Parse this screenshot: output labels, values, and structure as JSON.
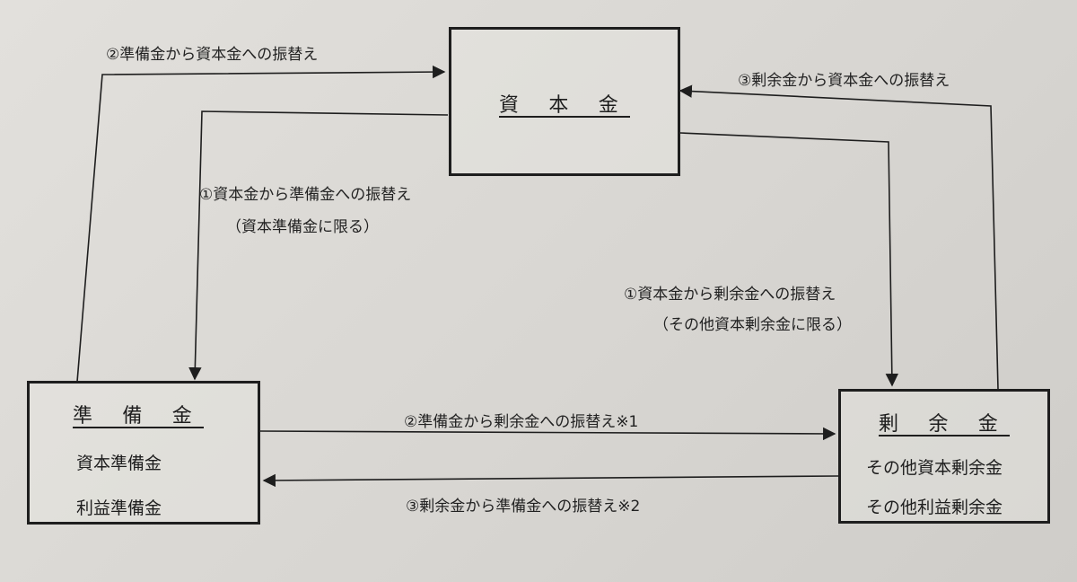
{
  "nodes": {
    "capital": {
      "title": "資 本 金"
    },
    "reserve": {
      "title": "準 備 金",
      "items": [
        "資本準備金",
        "利益準備金"
      ]
    },
    "surplus": {
      "title": "剰 余 金",
      "items": [
        "その他資本剰余金",
        "その他利益剰余金"
      ]
    }
  },
  "edges": {
    "reserve_to_capital": "②準備金から資本金への振替え",
    "surplus_to_capital": "③剰余金から資本金への振替え",
    "capital_to_reserve": "①資本金から準備金への振替え",
    "capital_to_reserve_note": "（資本準備金に限る）",
    "capital_to_surplus": "①資本金から剰余金への振替え",
    "capital_to_surplus_note": "（その他資本剰余金に限る）",
    "reserve_to_surplus": "②準備金から剰余金への振替え※1",
    "surplus_to_reserve": "③剰余金から準備金への振替え※2"
  },
  "colors": {
    "line": "#1e1e1e"
  }
}
